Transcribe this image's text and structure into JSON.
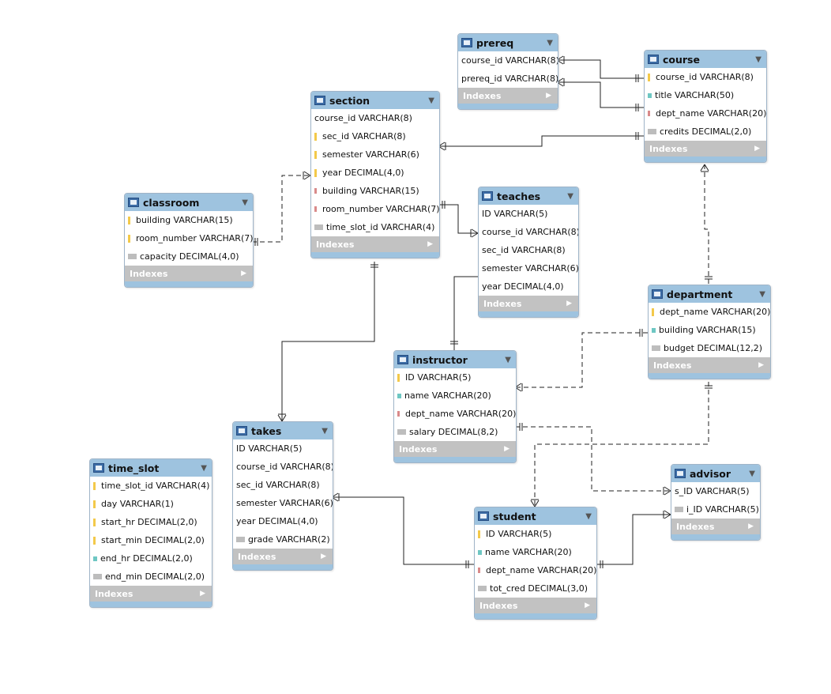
{
  "indexes_label": "Indexes",
  "tables": {
    "prereq": {
      "name": "prereq",
      "columns": [
        {
          "text": "course_id VARCHAR(8)",
          "icon": "none"
        },
        {
          "text": "prereq_id VARCHAR(8)",
          "icon": "none"
        }
      ]
    },
    "course": {
      "name": "course",
      "columns": [
        {
          "text": "course_id VARCHAR(8)",
          "icon": "key"
        },
        {
          "text": "title VARCHAR(50)",
          "icon": "nn"
        },
        {
          "text": "dept_name VARCHAR(20)",
          "icon": "fk"
        },
        {
          "text": "credits DECIMAL(2,0)",
          "icon": "col"
        }
      ]
    },
    "section": {
      "name": "section",
      "columns": [
        {
          "text": "course_id VARCHAR(8)",
          "icon": "none"
        },
        {
          "text": "sec_id VARCHAR(8)",
          "icon": "key"
        },
        {
          "text": "semester VARCHAR(6)",
          "icon": "key"
        },
        {
          "text": "year DECIMAL(4,0)",
          "icon": "key"
        },
        {
          "text": "building VARCHAR(15)",
          "icon": "fk"
        },
        {
          "text": "room_number VARCHAR(7)",
          "icon": "fk"
        },
        {
          "text": "time_slot_id VARCHAR(4)",
          "icon": "col"
        }
      ]
    },
    "classroom": {
      "name": "classroom",
      "columns": [
        {
          "text": "building VARCHAR(15)",
          "icon": "key"
        },
        {
          "text": "room_number VARCHAR(7)",
          "icon": "key"
        },
        {
          "text": "capacity DECIMAL(4,0)",
          "icon": "col"
        }
      ]
    },
    "teaches": {
      "name": "teaches",
      "columns": [
        {
          "text": "ID VARCHAR(5)",
          "icon": "none"
        },
        {
          "text": "course_id VARCHAR(8)",
          "icon": "none"
        },
        {
          "text": "sec_id VARCHAR(8)",
          "icon": "none"
        },
        {
          "text": "semester VARCHAR(6)",
          "icon": "none"
        },
        {
          "text": "year DECIMAL(4,0)",
          "icon": "none"
        }
      ]
    },
    "department": {
      "name": "department",
      "columns": [
        {
          "text": "dept_name VARCHAR(20)",
          "icon": "key"
        },
        {
          "text": "building VARCHAR(15)",
          "icon": "nn"
        },
        {
          "text": "budget DECIMAL(12,2)",
          "icon": "col"
        }
      ]
    },
    "instructor": {
      "name": "instructor",
      "columns": [
        {
          "text": "ID VARCHAR(5)",
          "icon": "key"
        },
        {
          "text": "name VARCHAR(20)",
          "icon": "nn"
        },
        {
          "text": "dept_name VARCHAR(20)",
          "icon": "fk"
        },
        {
          "text": "salary DECIMAL(8,2)",
          "icon": "col"
        }
      ]
    },
    "takes": {
      "name": "takes",
      "columns": [
        {
          "text": "ID VARCHAR(5)",
          "icon": "none"
        },
        {
          "text": "course_id VARCHAR(8)",
          "icon": "none"
        },
        {
          "text": "sec_id VARCHAR(8)",
          "icon": "none"
        },
        {
          "text": "semester VARCHAR(6)",
          "icon": "none"
        },
        {
          "text": "year DECIMAL(4,0)",
          "icon": "none"
        },
        {
          "text": "grade VARCHAR(2)",
          "icon": "col"
        }
      ]
    },
    "time_slot": {
      "name": "time_slot",
      "columns": [
        {
          "text": "time_slot_id VARCHAR(4)",
          "icon": "key"
        },
        {
          "text": "day VARCHAR(1)",
          "icon": "key"
        },
        {
          "text": "start_hr DECIMAL(2,0)",
          "icon": "key"
        },
        {
          "text": "start_min DECIMAL(2,0)",
          "icon": "key"
        },
        {
          "text": "end_hr DECIMAL(2,0)",
          "icon": "nn"
        },
        {
          "text": "end_min DECIMAL(2,0)",
          "icon": "col"
        }
      ]
    },
    "student": {
      "name": "student",
      "columns": [
        {
          "text": "ID VARCHAR(5)",
          "icon": "key"
        },
        {
          "text": "name VARCHAR(20)",
          "icon": "nn"
        },
        {
          "text": "dept_name VARCHAR(20)",
          "icon": "fk"
        },
        {
          "text": "tot_cred DECIMAL(3,0)",
          "icon": "col"
        }
      ]
    },
    "advisor": {
      "name": "advisor",
      "columns": [
        {
          "text": "s_ID VARCHAR(5)",
          "icon": "none"
        },
        {
          "text": "i_ID VARCHAR(5)",
          "icon": "col"
        }
      ]
    }
  },
  "colors": {
    "header": "#9ec3df",
    "indexes_bar": "#c2c2c2",
    "line": "#222222"
  }
}
